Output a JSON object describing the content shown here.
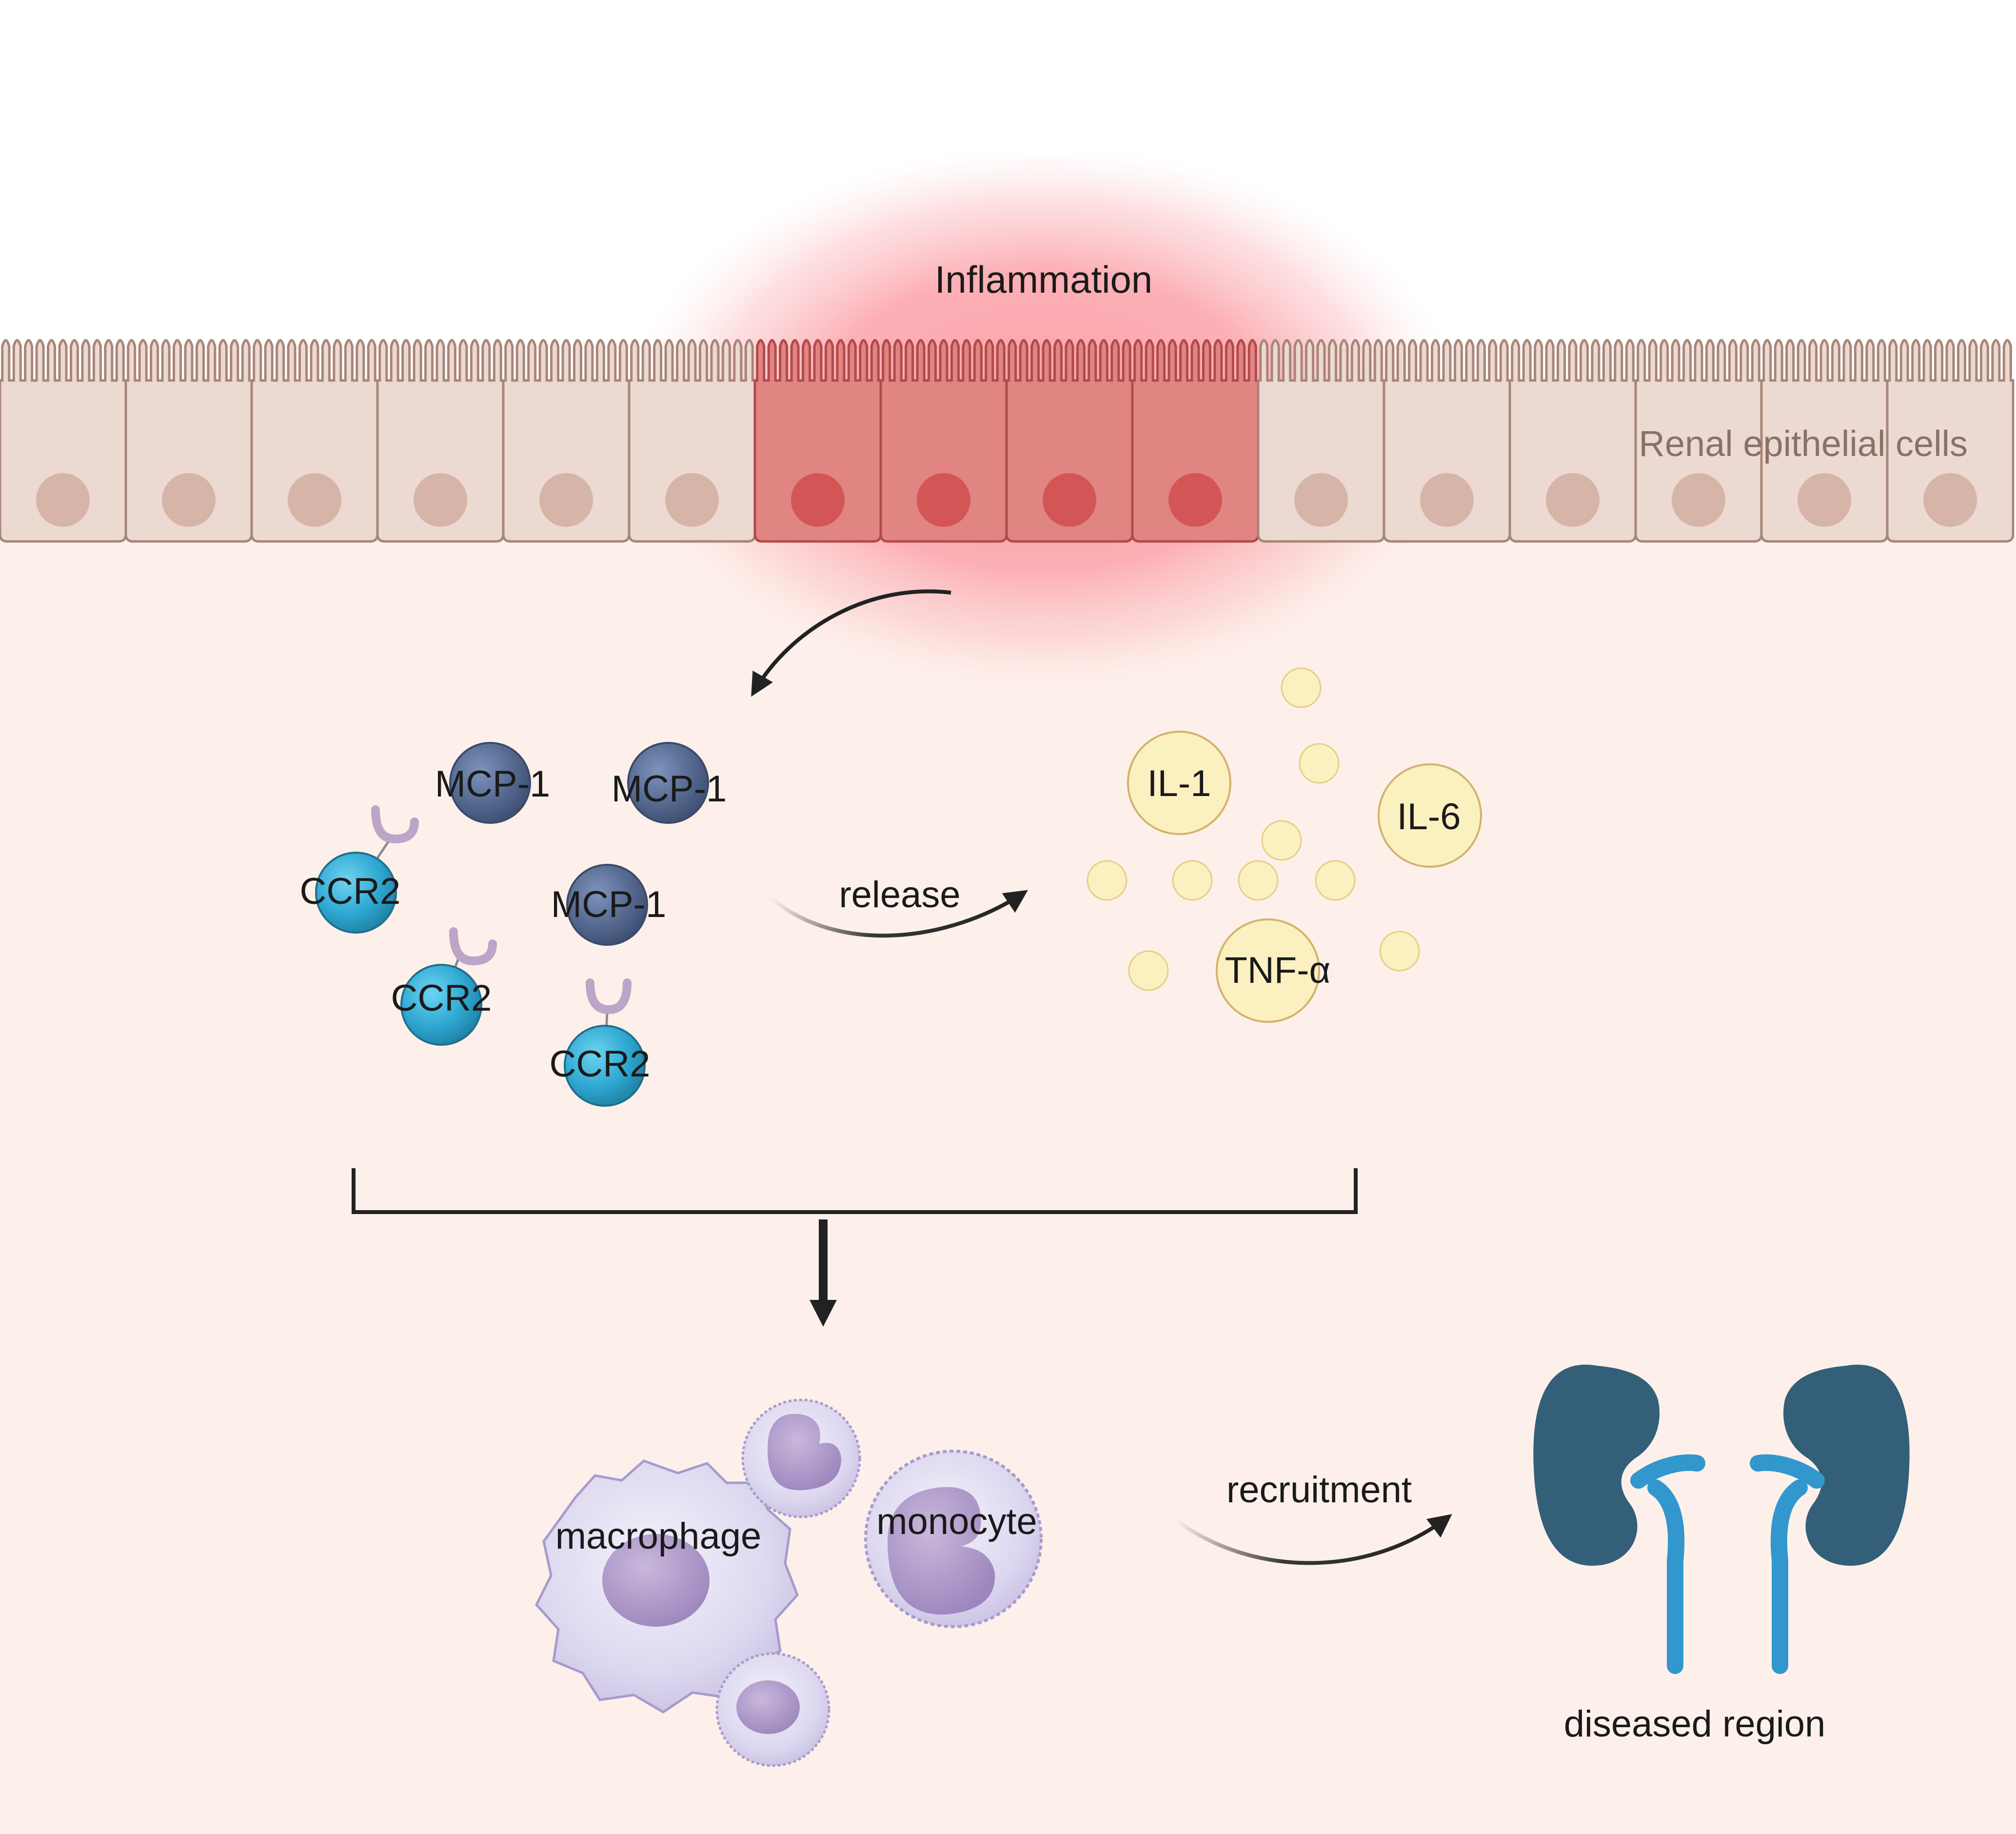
{
  "labels": {
    "inflammation": "Inflammation",
    "renal_epithelial_cells": "Renal epithelial cells",
    "mcp1": "MCP-1",
    "ccr2": "CCR2",
    "release": "release",
    "il1": "IL-1",
    "il6": "IL-6",
    "tnfa": "TNF-α",
    "macrophage": "macrophage",
    "monocyte": "monocyte",
    "recruitment": "recruitment",
    "diseased_region": "diseased region"
  },
  "colors": {
    "background": "#fdf0ea",
    "epithelium_normal": "#ecd9d2",
    "epithelium_inflamed": "#e08582",
    "nucleus_normal": "#d6b4a8",
    "nucleus_inflamed": "#d35656",
    "inflammation_glow": "#fb9ca3",
    "mcp1": "#4f6691",
    "ccr2": "#2ea8d2",
    "cytokine": "#fbf0c0",
    "kidney": "#335f78",
    "ureter": "#3197cc",
    "immune_cell": "#d8d2ec",
    "arrow": "#222222"
  },
  "icons": [
    "kidney-icon",
    "macrophage-icon",
    "monocyte-icon",
    "receptor-icon"
  ]
}
